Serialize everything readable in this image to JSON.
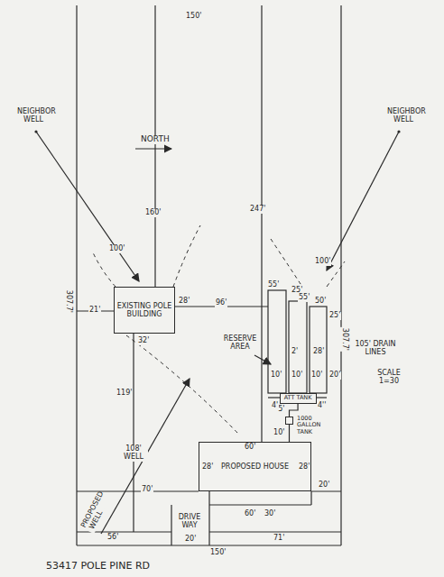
{
  "diagram": {
    "nodes": [
      {
        "text": [
          "EXISTING POLE BUILDING"
        ]
      },
      {
        "text": [
          "ATT TANK"
        ]
      },
      {
        "text": [
          "1000 GALLON TANK"
        ]
      },
      {
        "text": [
          "PROPOSED HOUSE"
        ]
      }
    ],
    "edges": [
      {
        "from": 1,
        "to": 2,
        "arrow": "none",
        "label": "5'"
      },
      {
        "from": 2,
        "to": 3,
        "arrow": "none",
        "label": "10'"
      }
    ],
    "labels": [
      "150'",
      "NORTH",
      "NEIGHBOR WELL",
      "NEIGHBOR WELL",
      "100'",
      "160'",
      "247'",
      "100'",
      "307.7'",
      "307.7'",
      "21'",
      "28'",
      "96'",
      "32'",
      "55'",
      "25'",
      "55'",
      "50'",
      "25'",
      "105' DRAIN LINES",
      "RESERVE AREA",
      "2'",
      "28'",
      "10'",
      "10'",
      "10'",
      "20'",
      "4'",
      "4''",
      "SCALE 1=30",
      "119'",
      "108' WELL",
      "70'",
      "28'",
      "60'",
      "60'",
      "28'",
      "20'",
      "DRIVE WAY",
      "PROPOSED WELL",
      "30'",
      "56'",
      "20'",
      "71'",
      "150'",
      "53417 POLE PINE RD"
    ]
  }
}
